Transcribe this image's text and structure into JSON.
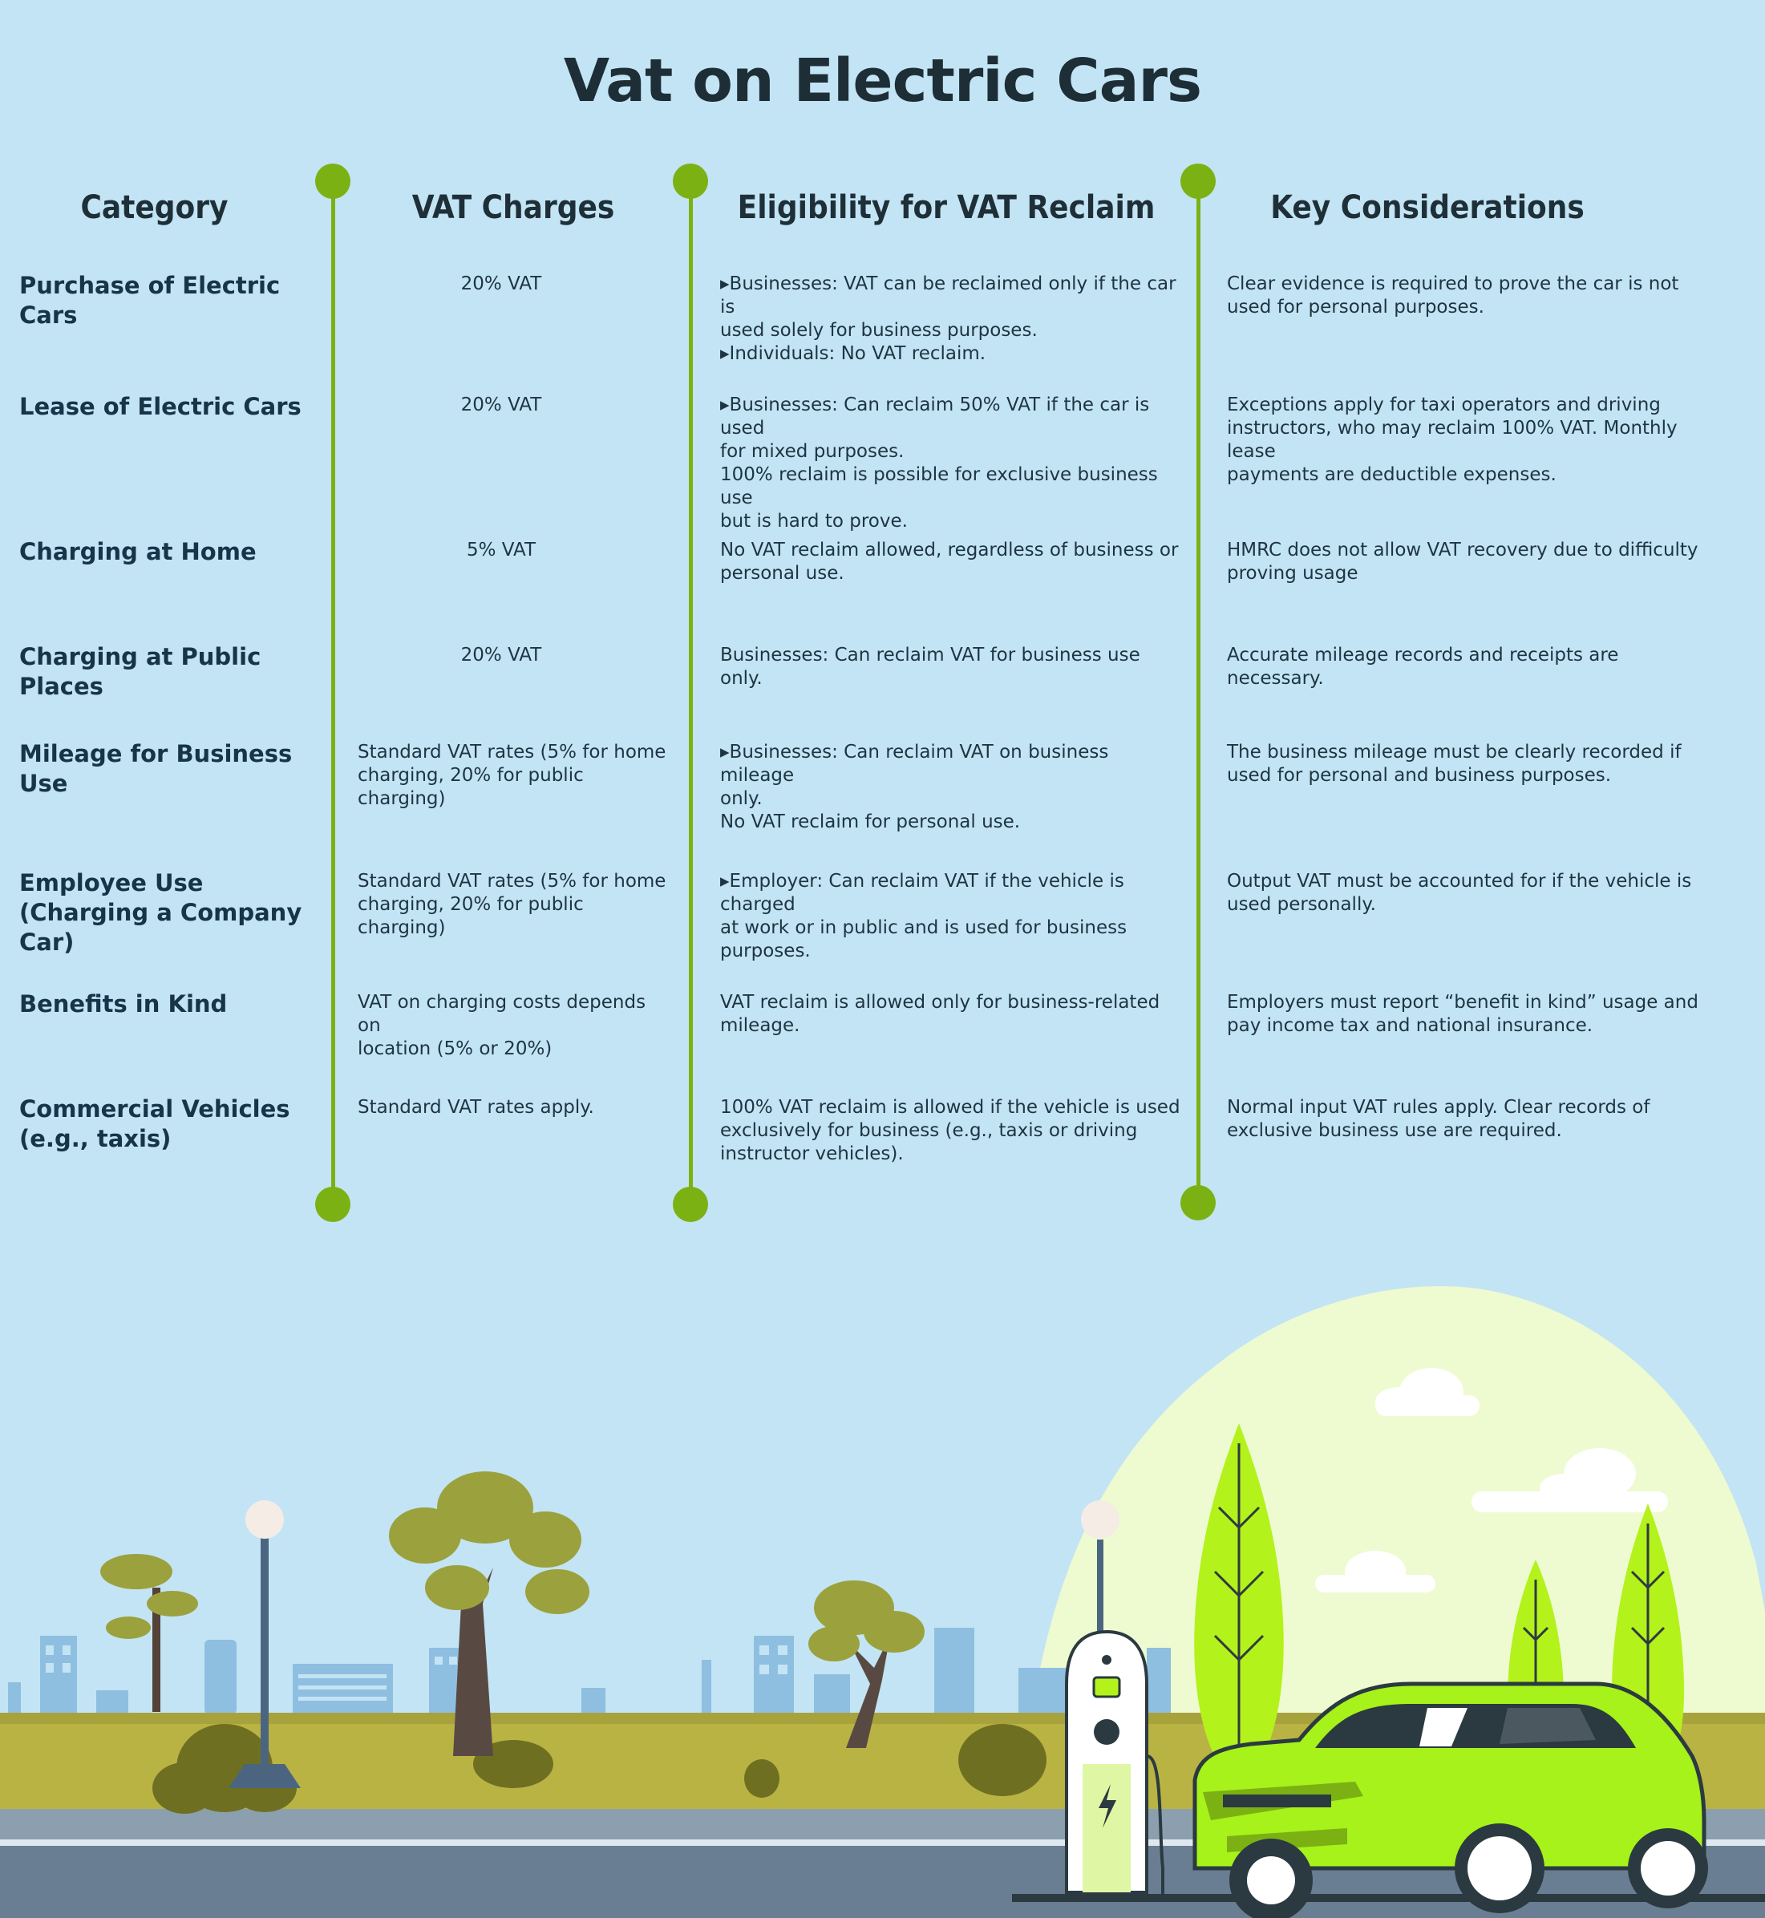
{
  "title": "Vat on Electric Cars",
  "headers": {
    "category": "Category",
    "vat": "VAT Charges",
    "eligibility": "Eligibility for VAT Reclaim",
    "considerations": "Key Considerations"
  },
  "rows": [
    {
      "category": [
        "Purchase of Electric Cars"
      ],
      "vat": [
        "20% VAT"
      ],
      "eligibility": [
        "▸Businesses: VAT can be reclaimed only if the car is",
        "used solely for business purposes.",
        "▸Individuals: No VAT reclaim."
      ],
      "considerations": [
        "Clear evidence is required to prove the car is not",
        "used for personal purposes."
      ]
    },
    {
      "category": [
        "Lease of Electric Cars"
      ],
      "vat": [
        "20% VAT"
      ],
      "eligibility": [
        "▸Businesses: Can reclaim 50% VAT if the car is used",
        "for mixed purposes.",
        "100% reclaim is possible for exclusive business use",
        "but is hard to prove."
      ],
      "considerations": [
        "Exceptions apply for taxi operators and driving",
        "instructors, who may reclaim 100% VAT. Monthly lease",
        "payments are deductible expenses."
      ]
    },
    {
      "category": [
        "Charging at Home"
      ],
      "vat": [
        "5% VAT"
      ],
      "eligibility": [
        "No VAT reclaim allowed, regardless of business or",
        "personal use."
      ],
      "considerations": [
        "HMRC does not allow VAT recovery due to difficulty",
        "proving usage"
      ]
    },
    {
      "category": [
        "Charging at Public Places"
      ],
      "vat": [
        "20% VAT"
      ],
      "eligibility": [
        "Businesses: Can reclaim VAT for business use only."
      ],
      "considerations": [
        "Accurate mileage records and receipts are necessary."
      ]
    },
    {
      "category": [
        "Mileage for Business Use"
      ],
      "vat": [
        "Standard VAT rates (5% for home",
        "charging, 20% for public charging)"
      ],
      "eligibility": [
        "▸Businesses: Can reclaim VAT on business mileage",
        "only.",
        "No VAT reclaim for personal use."
      ],
      "considerations": [
        "The business mileage must be clearly recorded if",
        "used for personal and business purposes."
      ]
    },
    {
      "category": [
        "Employee Use",
        "(Charging a Company Car)"
      ],
      "vat": [
        "Standard VAT rates (5% for home",
        "charging, 20% for public charging)"
      ],
      "eligibility": [
        "▸Employer: Can reclaim VAT if the vehicle is charged",
        "at work or in public and is used for business",
        "purposes."
      ],
      "considerations": [
        "Output VAT must be accounted for if the vehicle is",
        "used personally."
      ]
    },
    {
      "category": [
        "Benefits in Kind"
      ],
      "vat": [
        "VAT on charging costs depends on",
        "location (5% or 20%)"
      ],
      "eligibility": [
        "VAT reclaim is allowed only for business-related",
        "mileage."
      ],
      "considerations": [
        "Employers must report “benefit in kind” usage and",
        "pay income tax and national insurance."
      ]
    },
    {
      "category": [
        "Commercial Vehicles",
        "(e.g., taxis)"
      ],
      "vat": [
        "Standard VAT rates apply."
      ],
      "eligibility": [
        "100% VAT reclaim is allowed if the vehicle is used",
        "exclusively for business (e.g., taxis or driving",
        "instructor vehicles)."
      ],
      "considerations": [
        "Normal input VAT rules apply. Clear records of",
        "exclusive business use are required."
      ]
    }
  ],
  "colors": {
    "background": "#c3e4f4",
    "accent_green": "#7bb113",
    "car_green": "#a6f21a",
    "text_dark": "#1e2e36"
  },
  "illustration": [
    "city-skyline",
    "trees",
    "street-lamps",
    "ev-charging-station",
    "electric-car",
    "clouds"
  ]
}
